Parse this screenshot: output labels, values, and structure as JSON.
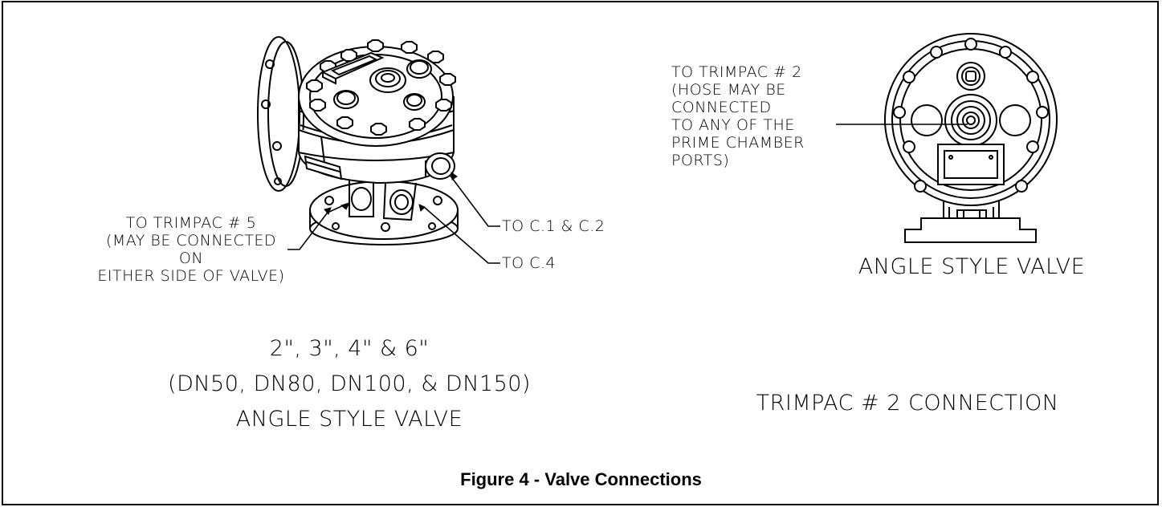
{
  "figure": {
    "caption": "Figure 4 - Valve Connections"
  },
  "left_view": {
    "callouts": {
      "trimpac5": [
        "TO TRIMPAC # 5",
        "(MAY BE CONNECTED ON",
        "EITHER SIDE OF VALVE)"
      ],
      "c1_c2": "TO C.1 & C.2",
      "c4": "TO C.4"
    },
    "sizes": "2\", 3\", 4\" & 6\"",
    "sizes_metric": "(DN50, DN80, DN100, & DN150)",
    "style": "ANGLE STYLE VALVE"
  },
  "right_view": {
    "callout": [
      "TO TRIMPAC # 2",
      "(HOSE MAY BE",
      "CONNECTED",
      "TO ANY OF THE",
      "PRIME CHAMBER",
      "PORTS)"
    ],
    "style": "ANGLE STYLE VALVE",
    "title": "TRIMPAC # 2 CONNECTION"
  }
}
